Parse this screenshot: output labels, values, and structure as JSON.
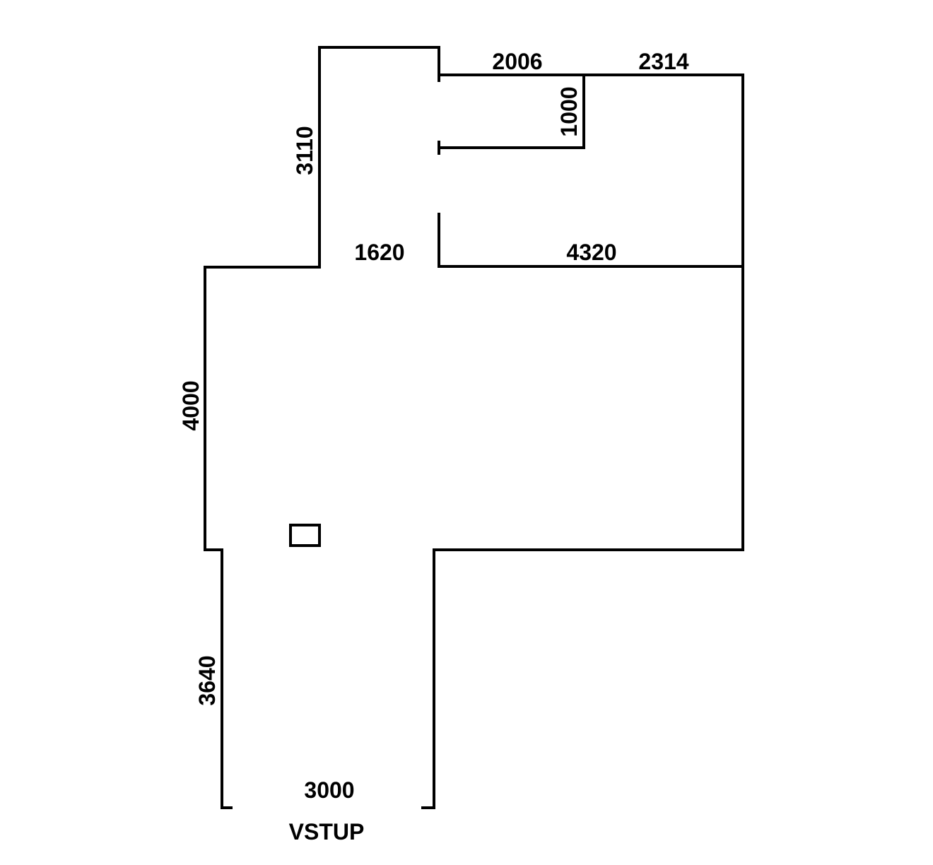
{
  "plan": {
    "wall_color": "#000000",
    "background": "#ffffff",
    "dimensions": {
      "top_left_wall": "2006",
      "top_right_wall": "2314",
      "closet_depth": "1000",
      "upper_left_height": "3110",
      "upper_opening_width": "1620",
      "mid_wall_width": "4320",
      "main_room_height": "4000",
      "corridor_height": "3640",
      "entrance_width": "3000"
    },
    "entrance_label": "VSTUP"
  }
}
